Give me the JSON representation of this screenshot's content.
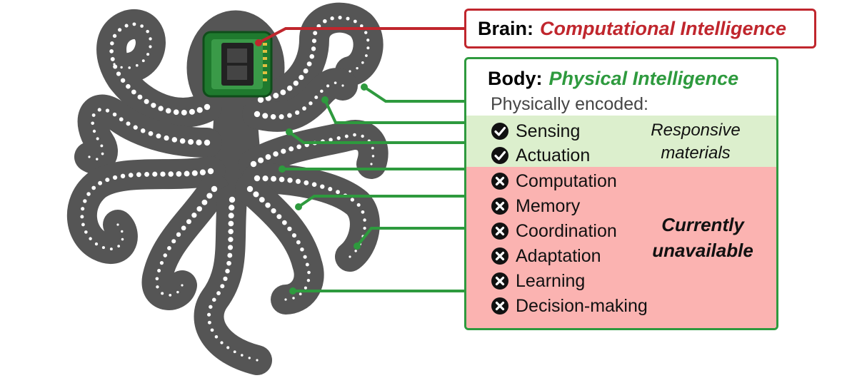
{
  "brain_box": {
    "prefix": "Brain:",
    "title": "Computational Intelligence"
  },
  "body_box": {
    "prefix": "Body:",
    "title": "Physical Intelligence",
    "subtitle": "Physically encoded:",
    "encoded_items": [
      {
        "label": "Sensing",
        "status": "check-icon"
      },
      {
        "label": "Actuation",
        "status": "check-icon"
      }
    ],
    "unavailable_items": [
      {
        "label": "Computation",
        "status": "cross-icon"
      },
      {
        "label": "Memory",
        "status": "cross-icon"
      },
      {
        "label": "Coordination",
        "status": "cross-icon"
      },
      {
        "label": "Adaptation",
        "status": "cross-icon"
      },
      {
        "label": "Learning",
        "status": "cross-icon"
      },
      {
        "label": "Decision-making",
        "status": "cross-icon"
      }
    ],
    "encoded_note": [
      "Responsive",
      "materials"
    ],
    "unavailable_note": [
      "Currently",
      "unavailable"
    ]
  },
  "colors": {
    "brain_accent": "#c0262d",
    "body_accent": "#2e9a3e",
    "encoded_band": "#dcefcd",
    "unavailable_band": "#fbb3b1",
    "octopus": "#555555",
    "chip": "#1f7a2e"
  }
}
